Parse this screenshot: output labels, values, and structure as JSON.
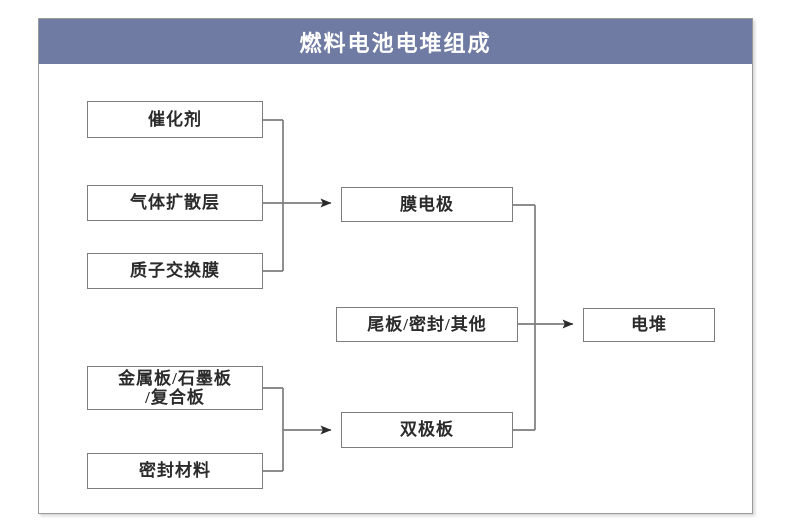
{
  "header": {
    "title": "燃料电池电堆组成"
  },
  "theme": {
    "title_bar_color": "#6F7BA3",
    "title_text_color": "#FFFFFF",
    "box_border_color": "#7D7D7D",
    "box_fill_color": "#FFFFFF",
    "connector_color": "#7D7D7D",
    "arrow_color": "#2B2B2B",
    "frame_border_color": "#9A9A9A"
  },
  "diagram": {
    "type": "flowchart",
    "direction": "left-to-right",
    "nodes": [
      {
        "id": "catalyst",
        "label": "催化剂",
        "column": 1,
        "group": "mea-inputs"
      },
      {
        "id": "gdl",
        "label": "气体扩散层",
        "column": 1,
        "group": "mea-inputs"
      },
      {
        "id": "pem",
        "label": "质子交换膜",
        "column": 1,
        "group": "mea-inputs"
      },
      {
        "id": "plates",
        "label_line1": "金属板/石墨板",
        "label_line2": "/复合板",
        "column": 1,
        "group": "bipolar-inputs"
      },
      {
        "id": "sealmaterial",
        "label": "密封材料",
        "column": 1,
        "group": "bipolar-inputs"
      },
      {
        "id": "mea",
        "label": "膜电极",
        "column": 2,
        "group": "stack-inputs"
      },
      {
        "id": "endplate",
        "label": "尾板/密封/其他",
        "column": 2,
        "group": "stack-inputs"
      },
      {
        "id": "bipolar",
        "label": "双极板",
        "column": 2,
        "group": "stack-inputs"
      },
      {
        "id": "stack",
        "label": "电堆",
        "column": 3,
        "group": "output"
      }
    ],
    "edges": [
      {
        "from": [
          "catalyst",
          "gdl",
          "pem"
        ],
        "to": "mea",
        "style": "bus-arrow"
      },
      {
        "from": [
          "plates",
          "sealmaterial"
        ],
        "to": "bipolar",
        "style": "bus-arrow"
      },
      {
        "from": [
          "mea",
          "endplate",
          "bipolar"
        ],
        "to": "stack",
        "style": "bus-arrow"
      }
    ]
  }
}
